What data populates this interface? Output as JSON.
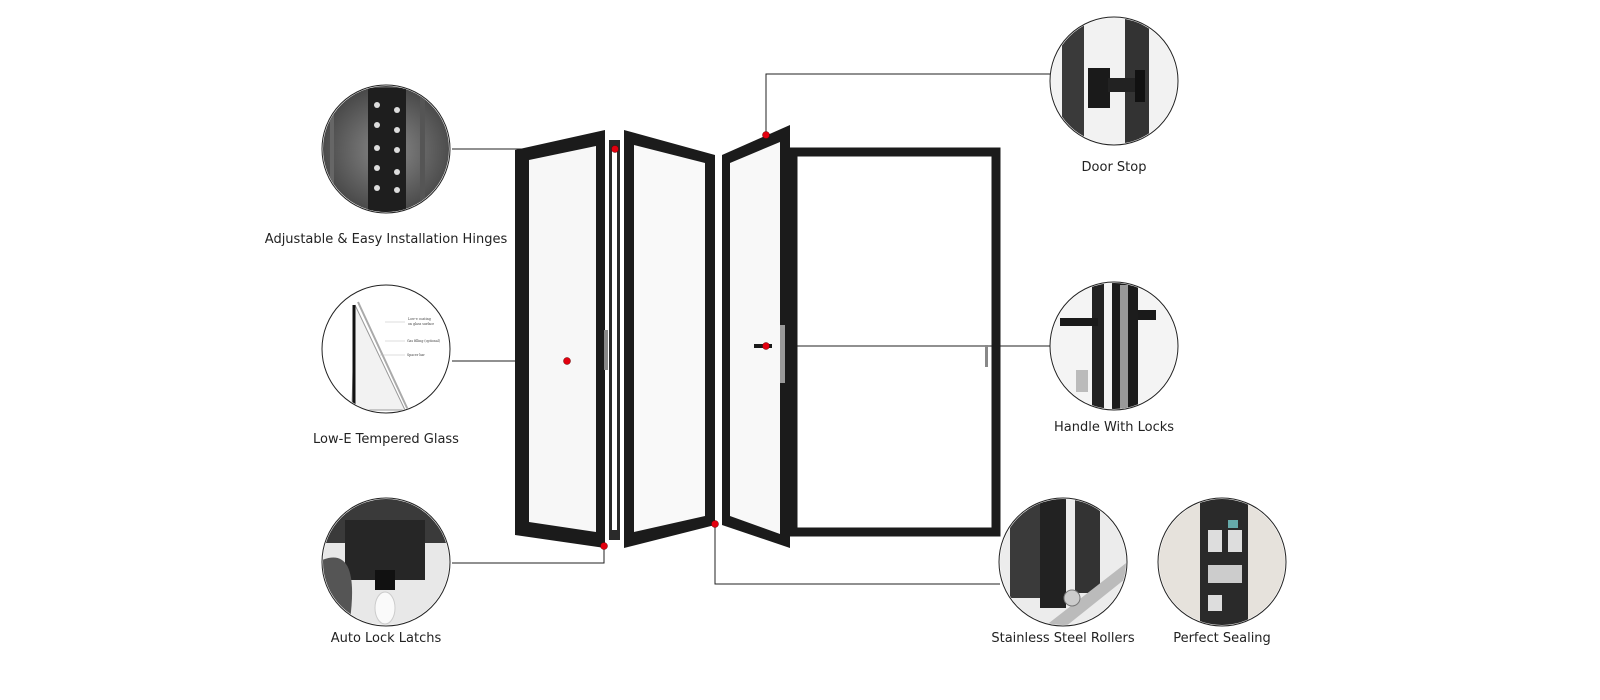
{
  "title": "Bi-fold door feature diagram",
  "features": {
    "hinges": {
      "label": "Adjustable & Easy Installation Hinges",
      "icon": "hinge-detail"
    },
    "glass": {
      "label": "Low-E Tempered Glass",
      "icon": "glass-detail",
      "notes": [
        "Low-e coating",
        "on glass surface",
        "Gas filling (optional)",
        "Spacer bar"
      ]
    },
    "latch": {
      "label": "Auto Lock Latchs",
      "icon": "latch-detail"
    },
    "door_stop": {
      "label": "Door Stop",
      "icon": "door-stop-detail"
    },
    "handle": {
      "label": "Handle With Locks",
      "icon": "handle-detail"
    },
    "rollers": {
      "label": "Stainless Steel Rollers",
      "icon": "roller-detail"
    },
    "sealing": {
      "label": "Perfect Sealing",
      "icon": "sealing-detail"
    }
  },
  "colors": {
    "frame": "#1b1b1b",
    "marker": "#e3000f",
    "leader": "#222222",
    "glass": "#f7f7f7"
  }
}
